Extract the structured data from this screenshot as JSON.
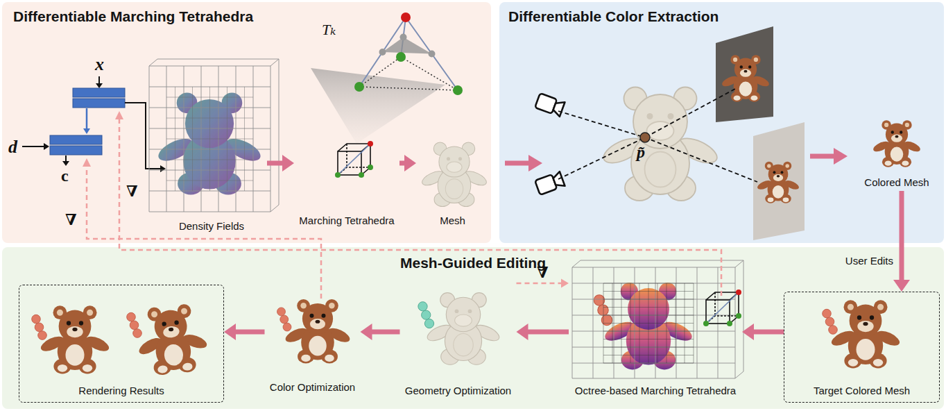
{
  "diagram": {
    "nodes": [
      {
        "text": [
          "Differentiable Marching Tetrahedra"
        ]
      },
      {
        "text": [
          "Density Fields"
        ],
        "in": 0
      },
      {
        "text": [
          "Marching Tetrahedra"
        ],
        "in": 0
      },
      {
        "text": [
          "Mesh"
        ],
        "in": 0
      },
      {
        "text": [
          "Differentiable Color Extraction"
        ]
      },
      {
        "text": [
          "Colored Mesh"
        ],
        "in": 4
      },
      {
        "text": [
          "Mesh-Guided Editing"
        ]
      },
      {
        "text": [
          "Rendering Results"
        ],
        "in": 6
      },
      {
        "text": [
          "Color Optimization"
        ],
        "in": 6
      },
      {
        "text": [
          "Geometry Optimization"
        ],
        "in": 6
      },
      {
        "text": [
          "Octree-based Marching Tetrahedra"
        ],
        "in": 6
      },
      {
        "text": [
          "Target Colored Mesh"
        ],
        "in": 6
      }
    ],
    "edges": [
      {
        "from": 1,
        "to": 2,
        "arrow": "to"
      },
      {
        "from": 2,
        "to": 3,
        "arrow": "to"
      },
      {
        "from": 5,
        "to": 11,
        "label": "User Edits",
        "arrow": "to"
      },
      {
        "from": 11,
        "to": 10,
        "arrow": "to"
      },
      {
        "from": 10,
        "to": 9,
        "arrow": "to"
      },
      {
        "from": 9,
        "to": 10,
        "label": "∇",
        "arrow": "to"
      },
      {
        "from": 9,
        "to": 8,
        "arrow": "to"
      },
      {
        "from": 8,
        "to": 7,
        "arrow": "to"
      }
    ],
    "labels": [
      "Tₖ",
      "x",
      "d",
      "c",
      "∇",
      "∇",
      "p̃"
    ]
  }
}
